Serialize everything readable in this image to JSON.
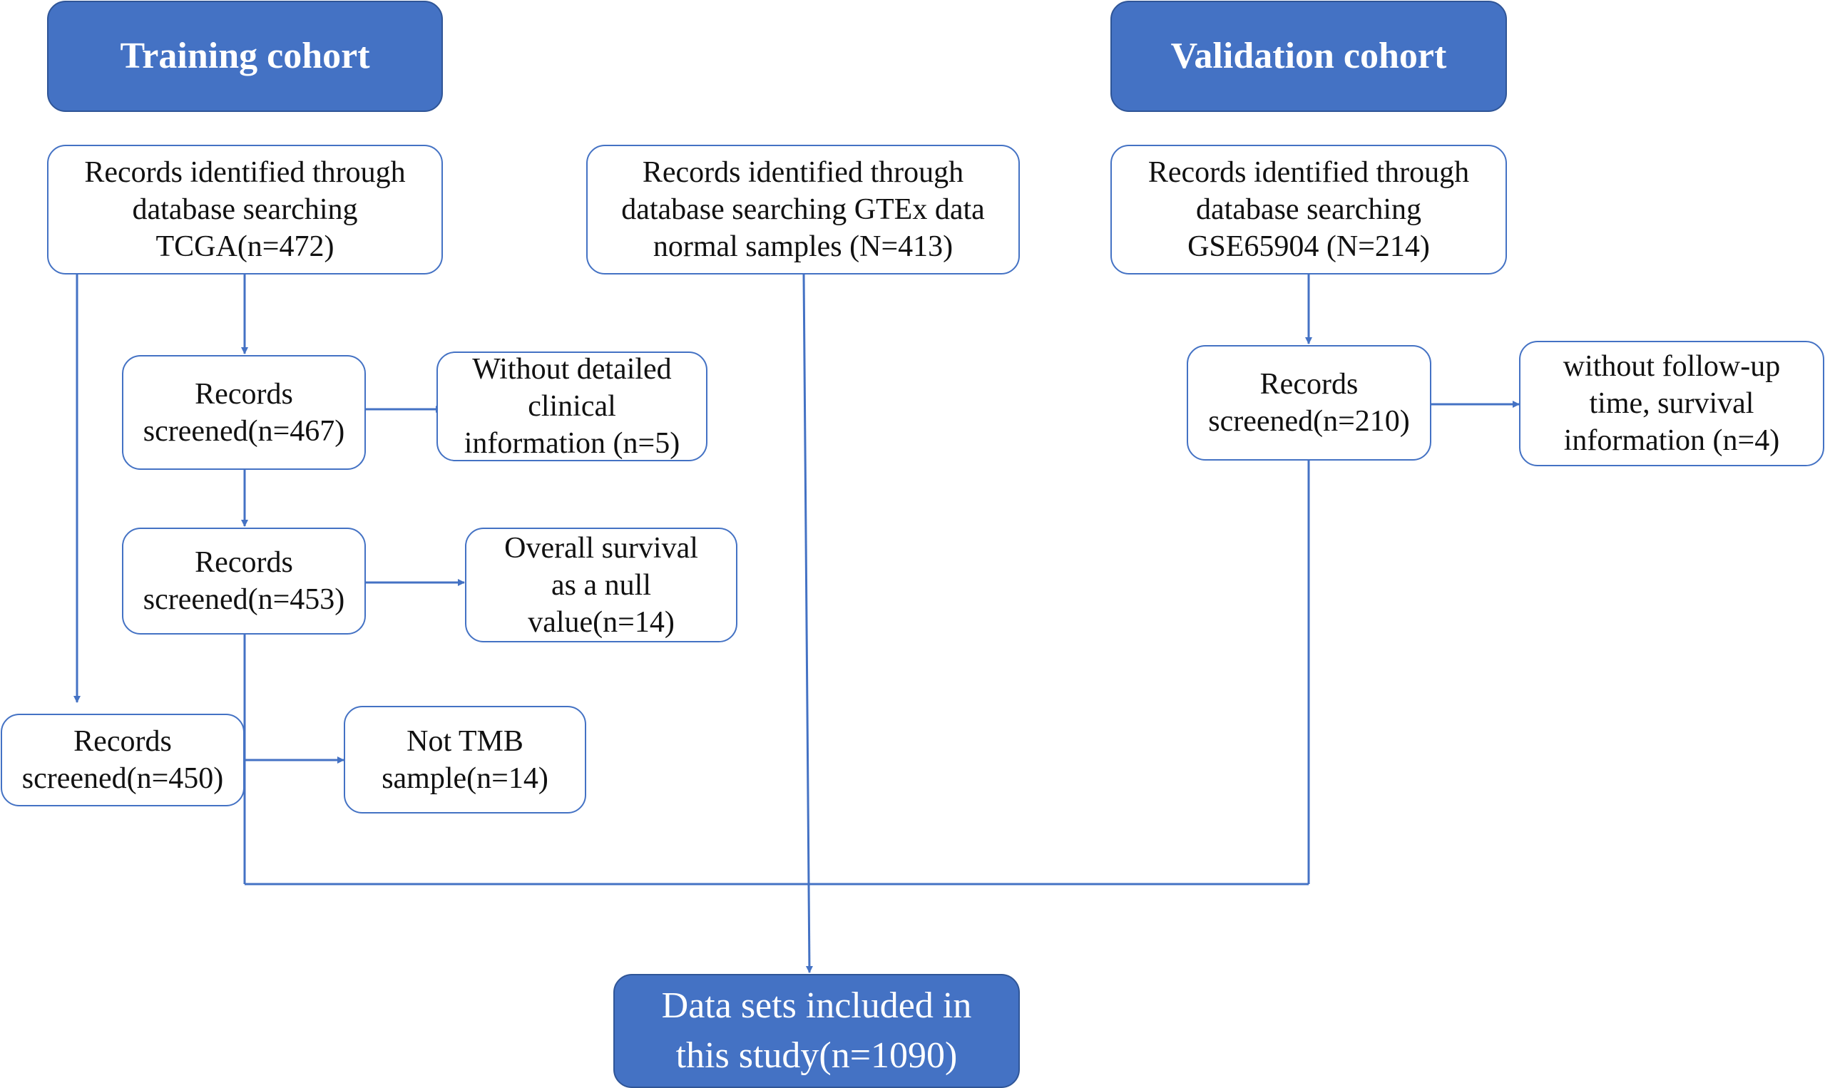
{
  "colors": {
    "accent": "#4472C4",
    "accent_dark": "#2F5597"
  },
  "headers": {
    "training": "Training cohort",
    "validation": "Validation cohort"
  },
  "boxes": {
    "tcga": "Records identified through\ndatabase searching\nTCGA(n=472)",
    "gtex": "Records identified through\ndatabase searching GTEx data\nnormal samples (N=413)",
    "gse": "Records identified through\ndatabase searching\nGSE65904 (N=214)",
    "screened_467": "Records\nscreened(n=467)",
    "excluded_clinical": "Without detailed\nclinical\ninformation (n=5)",
    "screened_453": "Records\nscreened(n=453)",
    "excluded_survival": "Overall survival\nas a null\nvalue(n=14)",
    "screened_450": "Records\nscreened(n=450)",
    "excluded_tmb": "Not TMB\nsample(n=14)",
    "screened_210": "Records\nscreened(n=210)",
    "excluded_followup": "without follow-up\ntime, survival\ninformation (n=4)",
    "final": "Data sets included in\nthis study(n=1090)"
  }
}
